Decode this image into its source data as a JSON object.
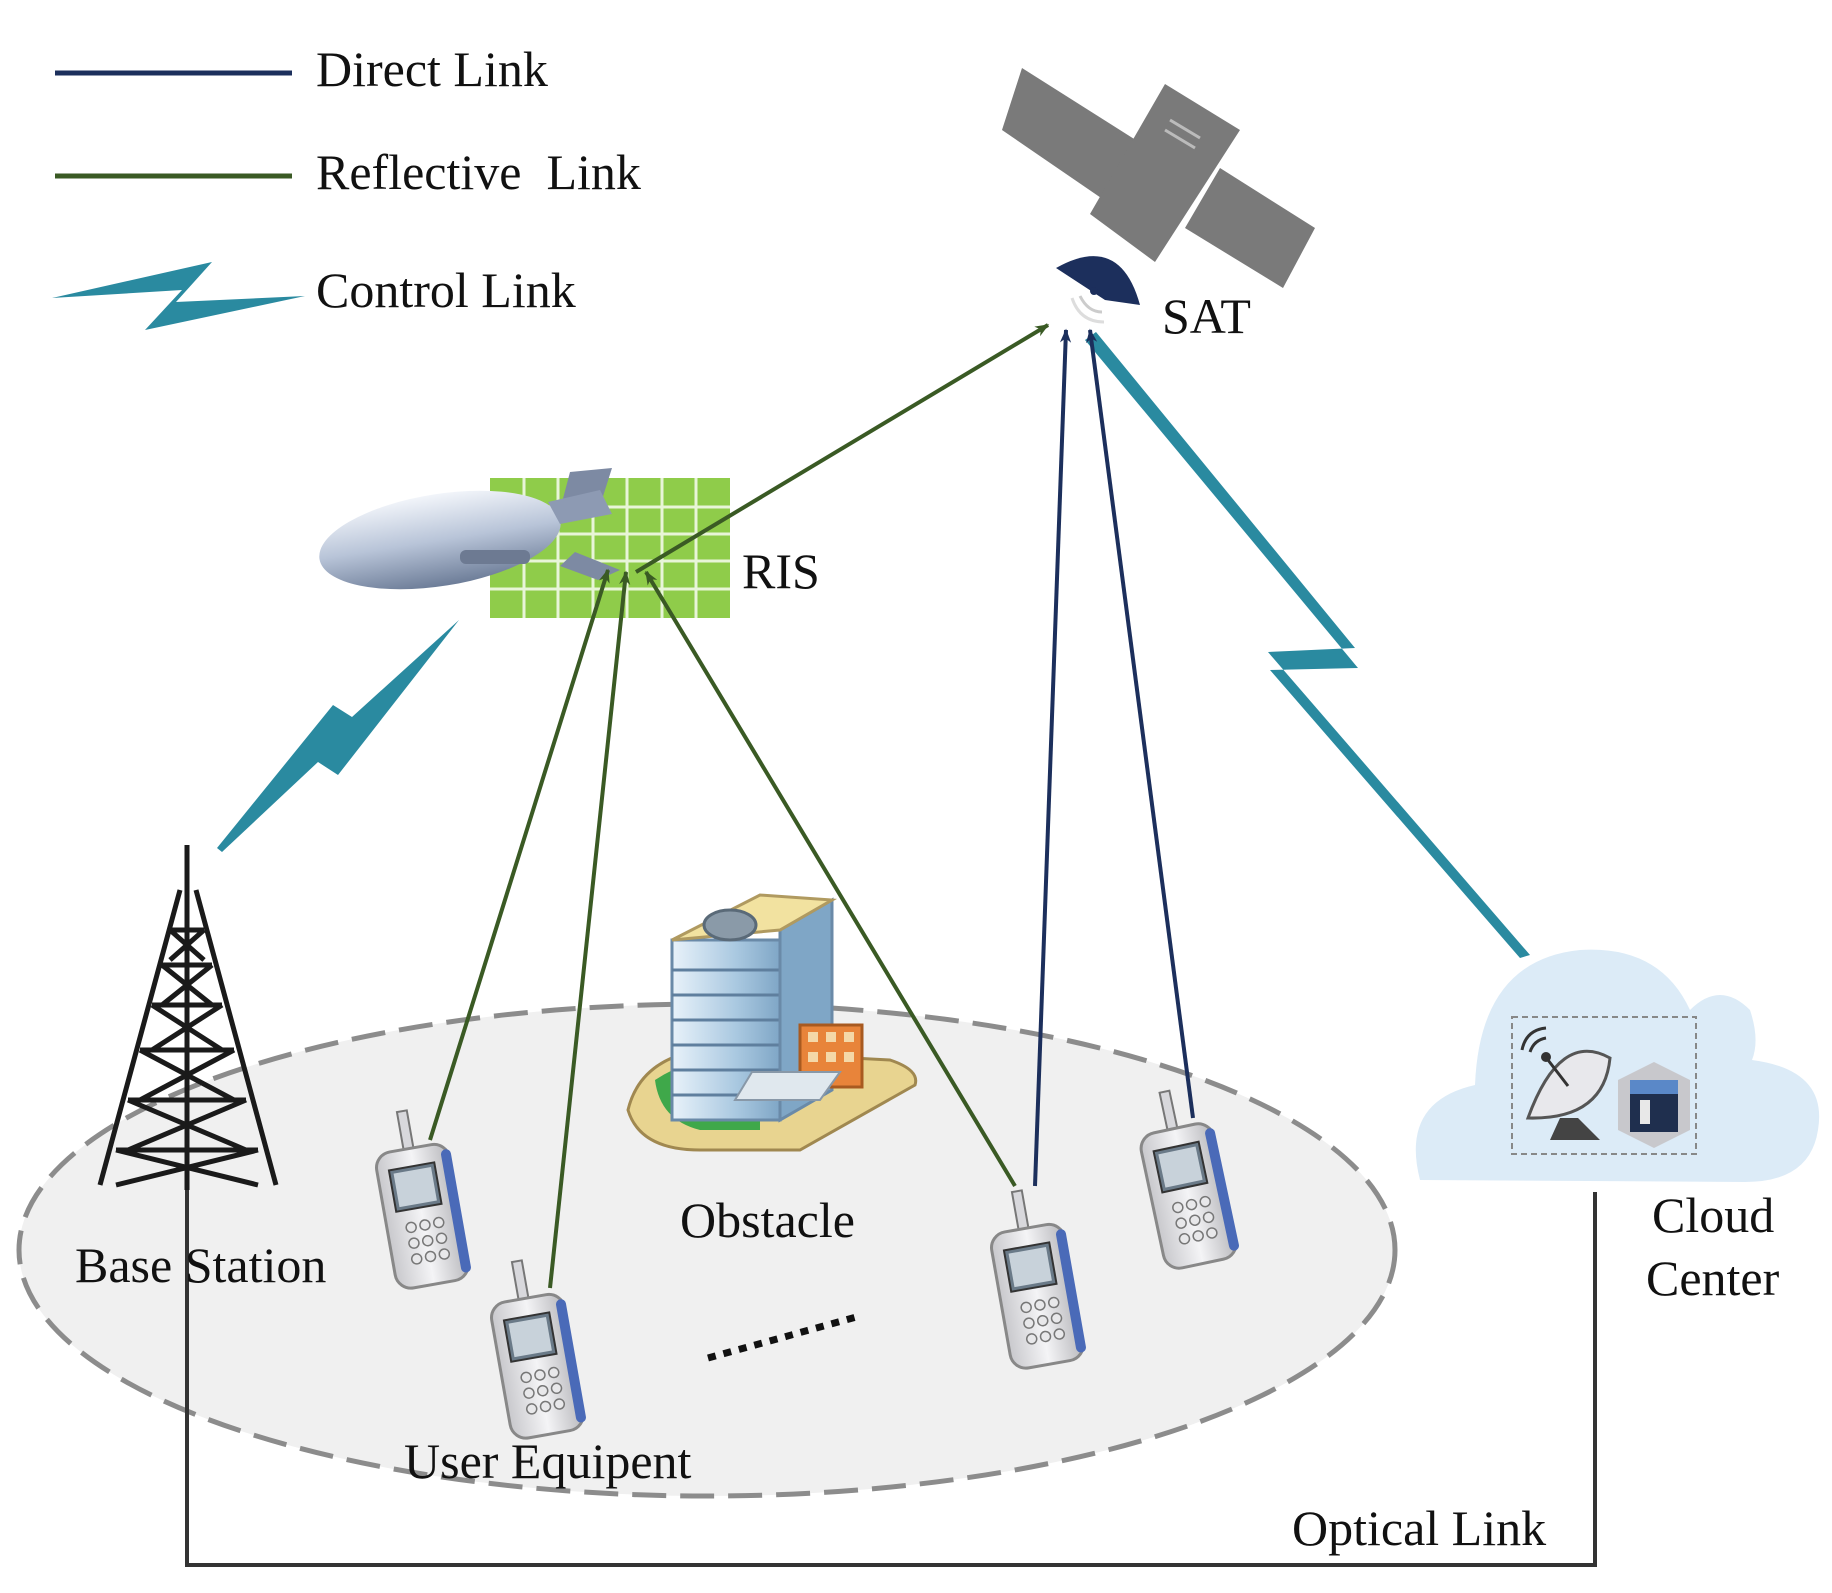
{
  "legend": {
    "direct": "Direct Link",
    "reflective": "Reflective  Link",
    "control": "Control Link"
  },
  "labels": {
    "sat": "SAT",
    "ris": "RIS",
    "obstacle": "Obstacle",
    "base_station": "Base Station",
    "user_equipment": "User Equipent",
    "cloud_line1": "Cloud",
    "cloud_line2": "Center",
    "optical_link": "Optical Link"
  },
  "colors": {
    "direct_link": "#1c2f5c",
    "reflective_link": "#3a5a24",
    "control_link": "#2a8aa0",
    "optical_link": "#333333",
    "ris_panel": "#8fcc4a",
    "satellite": "#777777",
    "coverage_area": "#f0f0f0",
    "cloud": "#dcebf7"
  },
  "icons": [
    "satellite-icon",
    "airship-icon",
    "ris-panel-icon",
    "tower-icon",
    "building-icon",
    "phone-icon",
    "dish-icon",
    "server-icon",
    "cloud-icon"
  ]
}
